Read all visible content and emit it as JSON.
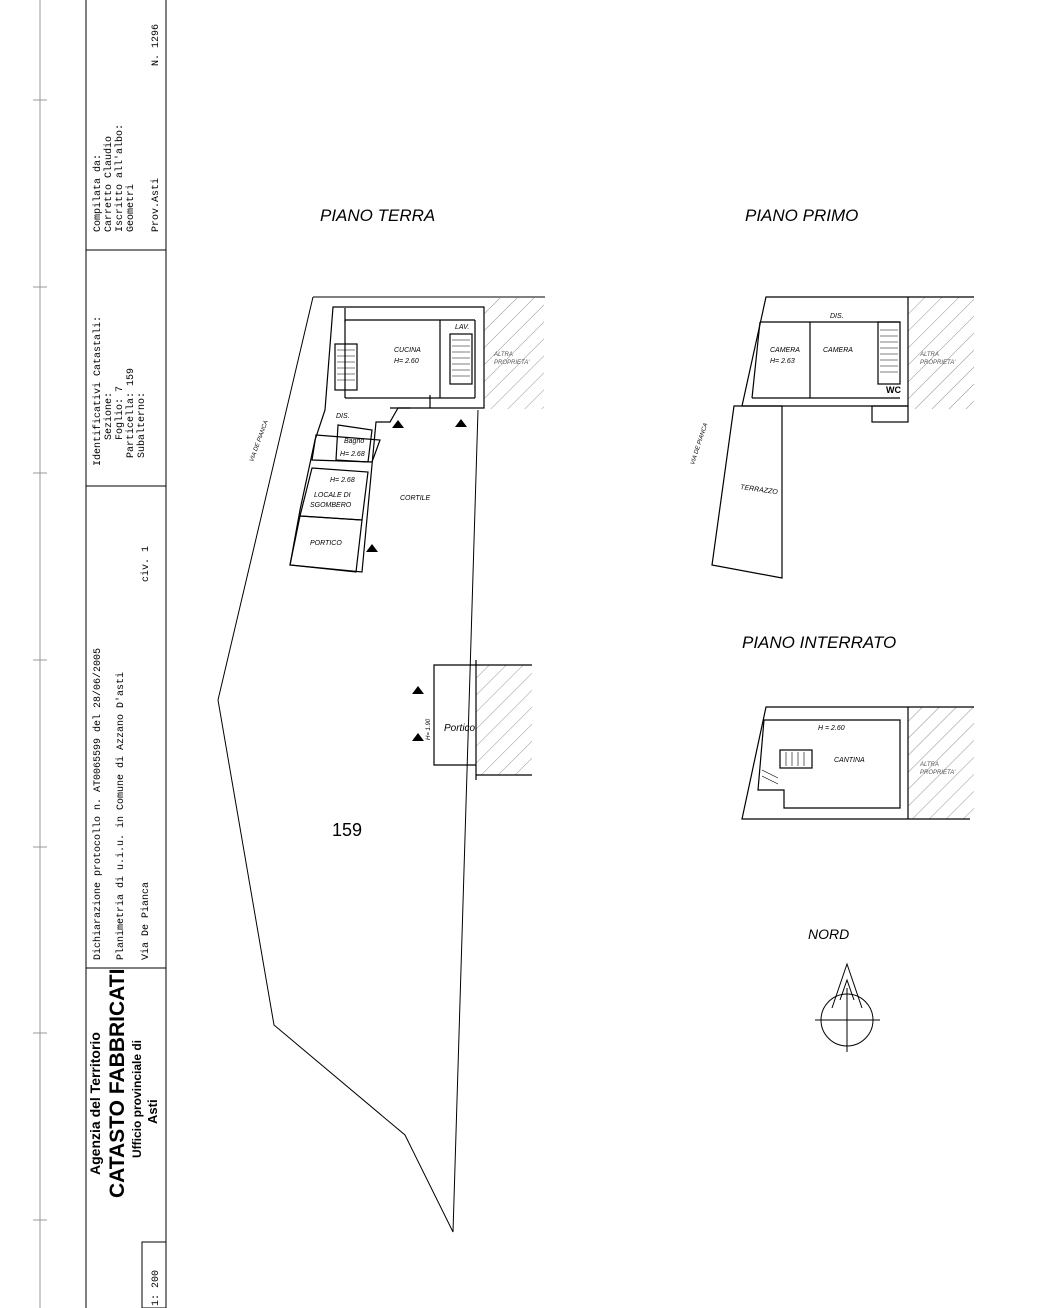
{
  "header": {
    "dichiarazione": "Dichiarazione protocollo n.   AT0065599 del   28/06/2005",
    "planimetria": "Planimetria di u.i.u. in Comune di Azzano D'asti",
    "via": "Via De Pianca",
    "civ": "civ. 1",
    "identificativi": [
      "Identificativi Catastali:",
      "Sezione:",
      "Foglio: 7",
      "Particella: 159",
      "Subalterno:"
    ],
    "compilata": [
      "Compilata da:",
      "Carretto Claudio",
      "Iscritto all'albo:",
      "Geometri",
      "Prov.Asti"
    ],
    "numero": "N. 1296",
    "agency": [
      "Agenzia del Territorio",
      "CATASTO FABBRICATI",
      "Ufficio provinciale di",
      "Asti"
    ],
    "scale": "1: 200"
  },
  "floors": {
    "terra": "PIANO TERRA",
    "primo": "PIANO PRIMO",
    "interrato": "PIANO INTERRATO"
  },
  "labels": {
    "via_piano_terra": "VIA DE PIANCA",
    "via_piano_primo": "VIA DE PIANCA",
    "cucina": "CUCINA",
    "cucina_h": "H= 2.60",
    "lav": "LAV.",
    "altra_1": "ALTRA",
    "altra_2": "PROPRIETA'",
    "dis": "DIS.",
    "bagno": "Bagno",
    "bagno_h": "H= 2.68",
    "sgombero_h": "H= 2.68",
    "sgombero_1": "LOCALE DI",
    "sgombero_2": "SGOMBERO",
    "cortile": "CORTILE",
    "portico_upper": "PORTICO",
    "portico": "Portico",
    "portico_h": "H= 1.90",
    "particella": "159",
    "camera_1": "CAMERA",
    "camera_1_h": "H= 2.63",
    "camera_2": "CAMERA",
    "dis_primo": "DIS.",
    "wc": "WC",
    "terrazzo": "TERRAZZO",
    "cantina_h": "H = 2.60",
    "cantina": "CANTINA",
    "nord": "NORD"
  }
}
